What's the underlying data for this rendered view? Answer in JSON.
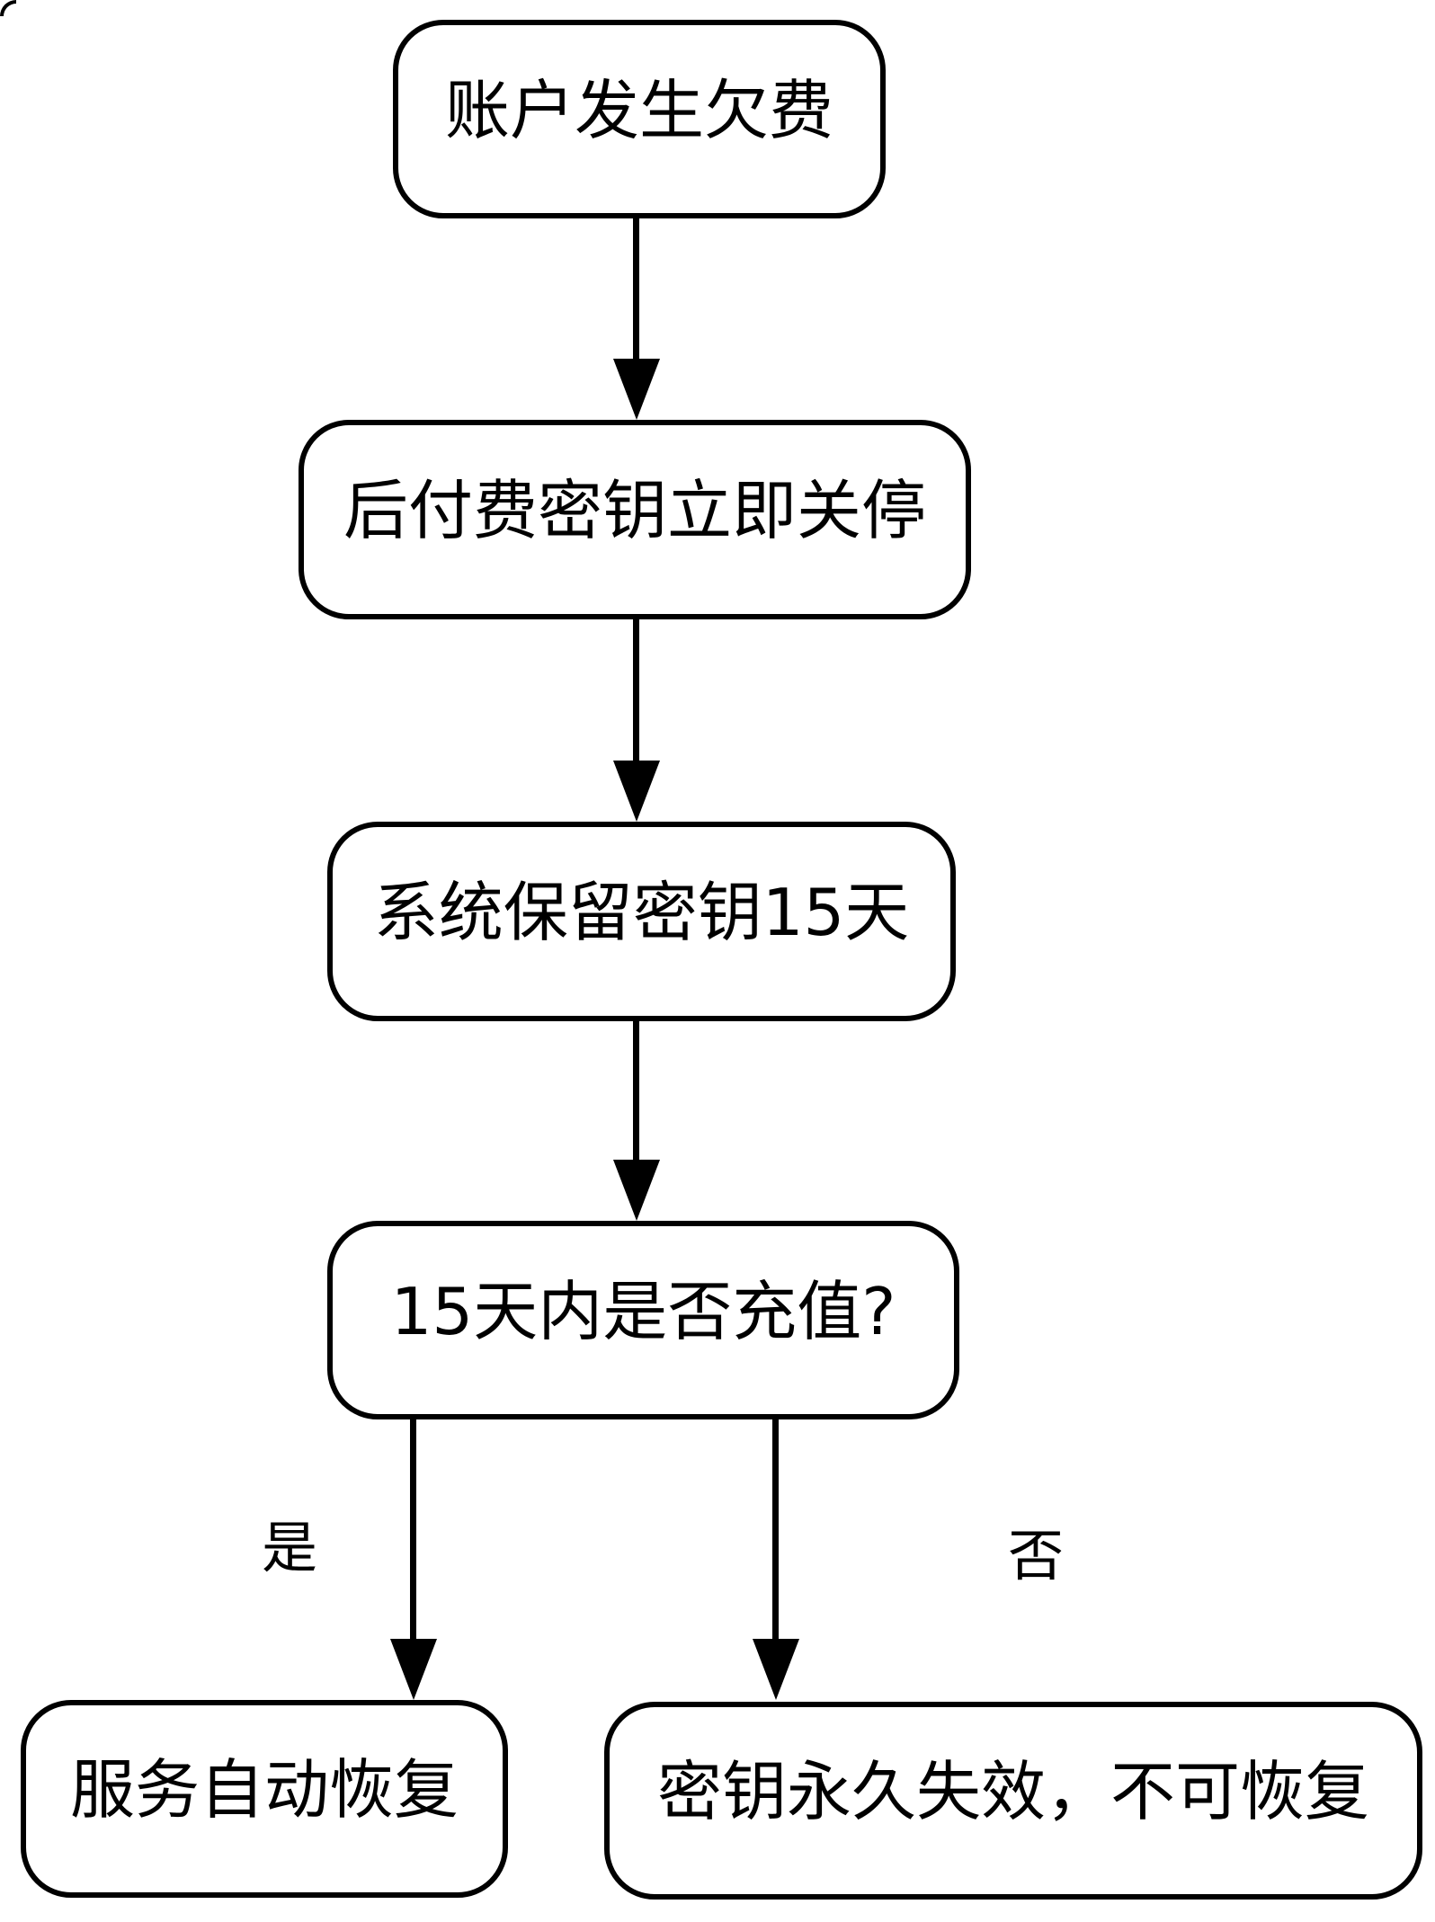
{
  "diagram": {
    "type": "flowchart",
    "background": "#ffffff",
    "stroke_color": "#000000",
    "text_color": "#000000",
    "nodes": [
      {
        "id": "account-overdue",
        "label": "账户发生欠费"
      },
      {
        "id": "postpaid-key-shutdown",
        "label": "后付费密钥立即关停"
      },
      {
        "id": "system-retains-key",
        "label": "系统保留密钥15天"
      },
      {
        "id": "recharge-decision",
        "label": "15天内是否充值?"
      },
      {
        "id": "service-restored",
        "label": "服务自动恢复"
      },
      {
        "id": "key-invalid",
        "label": "密钥永久失效，不可恢复"
      }
    ],
    "edges": [
      {
        "from": "account-overdue",
        "to": "postpaid-key-shutdown",
        "label": ""
      },
      {
        "from": "postpaid-key-shutdown",
        "to": "system-retains-key",
        "label": ""
      },
      {
        "from": "system-retains-key",
        "to": "recharge-decision",
        "label": ""
      },
      {
        "from": "recharge-decision",
        "to": "service-restored",
        "label": "是"
      },
      {
        "from": "recharge-decision",
        "to": "key-invalid",
        "label": "否"
      }
    ]
  }
}
